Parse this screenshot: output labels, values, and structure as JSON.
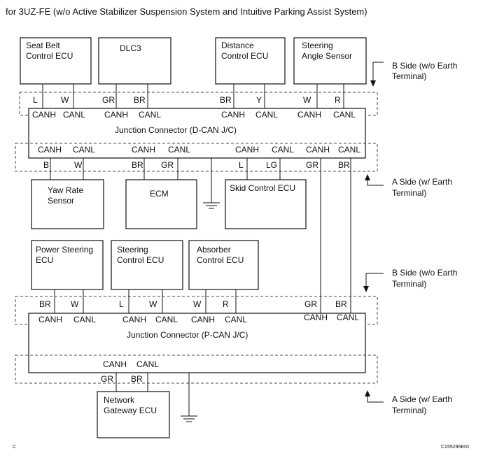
{
  "header": {
    "caption": "for 3UZ-FE (w/o Active Stabilizer Suspension System and Intuitive Parking Assist System)"
  },
  "footer": {
    "left_code": "C",
    "right_code": "C155296E01"
  },
  "ecus": {
    "seat_belt": [
      "Seat Belt",
      "Control ECU"
    ],
    "dlc3": [
      "DLC3"
    ],
    "distance_control": [
      "Distance",
      "Control ECU"
    ],
    "steering_angle": [
      "Steering",
      "Angle Sensor"
    ],
    "yaw_rate": [
      "Yaw Rate",
      "Sensor"
    ],
    "ecm": [
      "ECM"
    ],
    "skid_control": [
      "Skid Control ECU"
    ],
    "power_steering": [
      "Power Steering",
      "ECU"
    ],
    "steering_control": [
      "Steering",
      "Control ECU"
    ],
    "absorber_control": [
      "Absorber",
      "Control ECU"
    ],
    "network_gateway": [
      "Network",
      "Gateway ECU"
    ]
  },
  "junctions": {
    "dcan": "Junction Connector (D-CAN J/C)",
    "pcan": "Junction Connector (P-CAN J/C)"
  },
  "side_labels": {
    "b_side": [
      "B Side (w/o Earth",
      "Terminal)"
    ],
    "a_side": [
      "A Side (w/ Earth",
      "Terminal)"
    ]
  },
  "terminals": {
    "canh": "CANH",
    "canl": "CANL"
  },
  "wires": {
    "dcan_b": [
      "L",
      "W",
      "GR",
      "BR",
      "BR",
      "Y",
      "W",
      "R"
    ],
    "dcan_a": [
      "B",
      "W",
      "BR",
      "GR",
      "L",
      "LG",
      "GR",
      "BR"
    ],
    "pcan_b": [
      "BR",
      "W",
      "L",
      "W",
      "W",
      "R",
      "GR",
      "BR"
    ],
    "pcan_a": [
      "GR",
      "BR"
    ]
  }
}
